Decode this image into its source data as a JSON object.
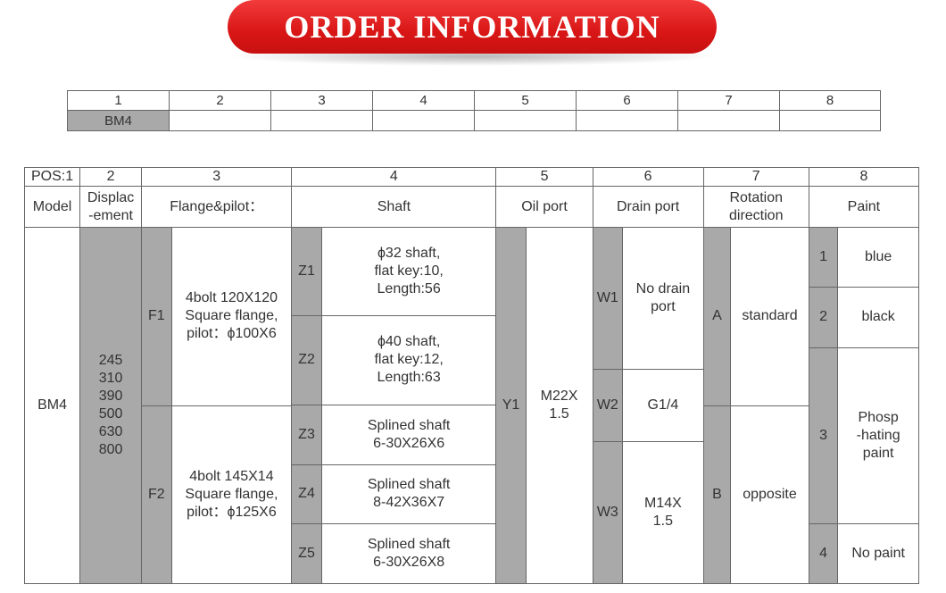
{
  "banner": {
    "title": "ORDER INFORMATION"
  },
  "summary": {
    "headers": [
      "1",
      "2",
      "3",
      "4",
      "5",
      "6",
      "7",
      "8"
    ],
    "values": [
      "BM4",
      "",
      "",
      "",
      "",
      "",
      "",
      ""
    ]
  },
  "spec": {
    "pos_headers": [
      "POS:1",
      "2",
      "3",
      "4",
      "5",
      "6",
      "7",
      "8"
    ],
    "col_titles": {
      "model": "Model",
      "displacement": "Displac\n-ement",
      "flange": "Flange&pilot：",
      "shaft": "Shaft",
      "oil_port": "Oil port",
      "drain_port": "Drain port",
      "rotation": "Rotation\ndirection",
      "paint": "Paint"
    },
    "model": "BM4",
    "displacements": "245\n310\n390\n500\n630\n800",
    "flanges": [
      {
        "code": "F1",
        "desc": "4bolt 120X120\nSquare flange,\npilot：ϕ100X6"
      },
      {
        "code": "F2",
        "desc": "4bolt 145X14\nSquare flange,\npilot：ϕ125X6"
      }
    ],
    "shafts": [
      {
        "code": "Z1",
        "desc": "ϕ32 shaft,\nflat key:10,\nLength:56"
      },
      {
        "code": "Z2",
        "desc": "ϕ40 shaft,\nflat key:12,\nLength:63"
      },
      {
        "code": "Z3",
        "desc": "Splined shaft\n6-30X26X6"
      },
      {
        "code": "Z4",
        "desc": "Splined shaft\n8-42X36X7"
      },
      {
        "code": "Z5",
        "desc": "Splined shaft\n6-30X26X8"
      }
    ],
    "oil_port": {
      "code": "Y1",
      "desc": "M22X\n1.5"
    },
    "drain_ports": [
      {
        "code": "W1",
        "desc": "No drain\nport"
      },
      {
        "code": "W2",
        "desc": "G1/4"
      },
      {
        "code": "W3",
        "desc": "M14X\n1.5"
      }
    ],
    "rotations": [
      {
        "code": "A",
        "desc": "standard"
      },
      {
        "code": "B",
        "desc": "opposite"
      }
    ],
    "paints": [
      {
        "code": "1",
        "desc": "blue"
      },
      {
        "code": "2",
        "desc": "black"
      },
      {
        "code": "3",
        "desc": "Phosp\n-hating\npaint"
      },
      {
        "code": "4",
        "desc": "No paint"
      }
    ]
  }
}
